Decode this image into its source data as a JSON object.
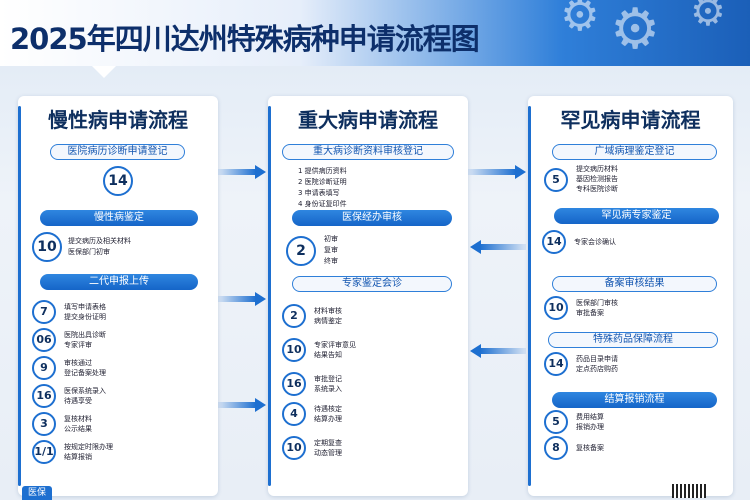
{
  "header": {
    "title": "2025年四川达州特殊病种申请流程图"
  },
  "colors": {
    "accent": "#1d6fd0",
    "dark": "#0e2f5e"
  },
  "panels": [
    {
      "title": "慢性病申请流程",
      "steps": [
        {
          "kind": "pill",
          "style": "light",
          "label": "医院病历诊断申请登记"
        },
        {
          "kind": "num",
          "value": "14"
        },
        {
          "kind": "pill",
          "style": "solid",
          "label": "慢性病鉴定"
        },
        {
          "kind": "num",
          "value": "10",
          "text": [
            "提交病历及相关材料",
            "医保部门初审"
          ]
        },
        {
          "kind": "pill",
          "style": "solid",
          "label": "二代申报上传"
        },
        {
          "kind": "num",
          "value": "7",
          "text": [
            "填写申请表格",
            "提交身份证明"
          ]
        },
        {
          "kind": "num",
          "value": "06",
          "text": [
            "医院出具诊断",
            "专家评审"
          ]
        },
        {
          "kind": "num",
          "value": "9",
          "text": [
            "审核通过",
            "登记备案处理"
          ]
        },
        {
          "kind": "num",
          "value": "16",
          "text": [
            "医保系统录入",
            "待遇享受"
          ]
        },
        {
          "kind": "num",
          "value": "3",
          "text": [
            "复核材料",
            "公示结果"
          ]
        },
        {
          "kind": "num",
          "value": "1/1",
          "text": [
            "按规定时限办理",
            "结算报销"
          ]
        }
      ]
    },
    {
      "title": "重大病申请流程",
      "steps": [
        {
          "kind": "pill",
          "style": "light",
          "label": "重大病诊断资料审核登记"
        },
        {
          "kind": "text",
          "text": [
            "1 提供病历资料",
            "2 医院诊断证明",
            "3 申请表填写",
            "4 身份证复印件"
          ]
        },
        {
          "kind": "pill",
          "style": "solid",
          "label": "医保经办审核"
        },
        {
          "kind": "num",
          "value": "2",
          "text": [
            "初审",
            "复审",
            "终审"
          ]
        },
        {
          "kind": "pill",
          "style": "light",
          "label": "专家鉴定会诊"
        },
        {
          "kind": "num",
          "value": "2",
          "text": [
            "材料审核",
            "病情鉴定"
          ]
        },
        {
          "kind": "num",
          "value": "10",
          "text": [
            "专家评审意见",
            "结果告知"
          ]
        },
        {
          "kind": "num",
          "value": "16",
          "text": [
            "审批登记",
            "系统录入"
          ]
        },
        {
          "kind": "num",
          "value": "4",
          "text": [
            "待遇核定",
            "结算办理"
          ]
        },
        {
          "kind": "num",
          "value": "10",
          "text": [
            "定期复查",
            "动态管理"
          ]
        }
      ]
    },
    {
      "title": "罕见病申请流程",
      "steps": [
        {
          "kind": "pill",
          "style": "light",
          "label": "广域病理鉴定登记"
        },
        {
          "kind": "num",
          "value": "5",
          "text": [
            "提交病历材料",
            "基因检测报告",
            "专科医院诊断"
          ]
        },
        {
          "kind": "pill",
          "style": "solid",
          "label": "罕见病专家鉴定"
        },
        {
          "kind": "num",
          "value": "14",
          "text": [
            "专家会诊确认"
          ]
        },
        {
          "kind": "pill",
          "style": "light",
          "label": "备案审核结果"
        },
        {
          "kind": "num",
          "value": "10",
          "text": [
            "医保部门审核",
            "审批备案"
          ]
        },
        {
          "kind": "pill",
          "style": "light",
          "label": "特殊药品保障流程"
        },
        {
          "kind": "num",
          "value": "14",
          "text": [
            "药品目录申请",
            "定点药店购药"
          ]
        },
        {
          "kind": "pill",
          "style": "solid",
          "label": "结算报销流程"
        },
        {
          "kind": "num",
          "value": "5",
          "text": [
            "费用结算",
            "报销办理"
          ]
        },
        {
          "kind": "num",
          "value": "8",
          "text": [
            "复核备案"
          ]
        }
      ]
    }
  ],
  "footer": {
    "logo_label": "医保"
  }
}
